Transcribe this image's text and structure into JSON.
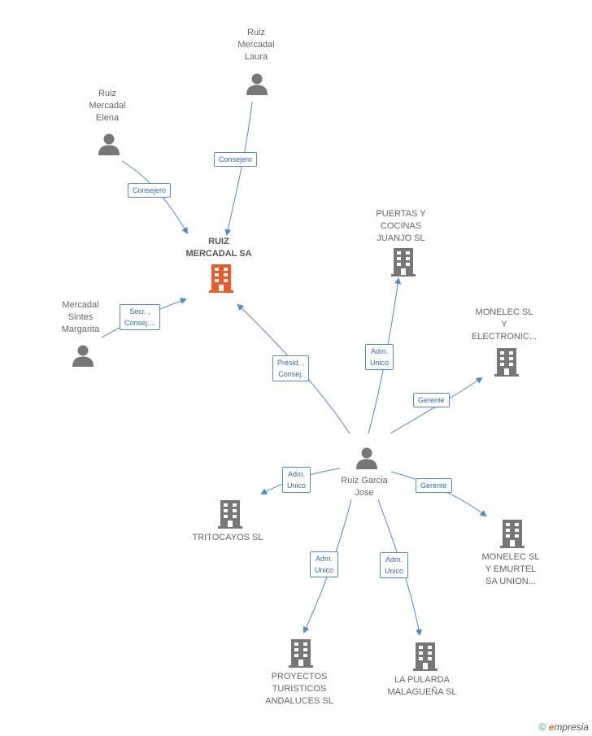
{
  "nodes": {
    "laura": "Ruiz\nMercadal\nLaura",
    "elena": "Ruiz\nMercadal\nElena",
    "ruiz_mercadal_sa": "RUIZ\nMERCADAL SA",
    "margarita": "Mercadal\nSintes\nMargarita",
    "puertas": "PUERTAS Y\nCOCINAS\nJUANJO SL",
    "monelec_electronic": "MONELEC SL\nY\nELECTRONIC...",
    "ruiz_garcia": "Ruiz Garcia\nJose",
    "tritocayos": "TRITOCAYOS SL",
    "monelec_emurtel": "MONELEC SL\nY EMURTEL\nSA UNION...",
    "proyectos": "PROYECTOS\nTURISTICOS\nANDALUCES  SL",
    "pularda": "LA PULARDA\nMALAGUEÑA  SL"
  },
  "edges": {
    "laura_consejero": "Consejero",
    "elena_consejero": "Consejero",
    "margarita_role": "Secr. ,\nConsej....",
    "jose_presid": "Presid. ,\nConsej.",
    "jose_puertas": "Adm.\nUnico",
    "jose_monelec_e": "Gerente",
    "jose_tritocayos": "Adm.\nUnico",
    "jose_monelec_u": "Gerente",
    "jose_proyectos": "Adm.\nUnico",
    "jose_pularda": "Adm.\nUnico"
  },
  "footer": {
    "copyright": "©",
    "brand_e": "e",
    "brand_rest": "mpresia"
  },
  "colors": {
    "edge": "#4a8ad6",
    "person": "#777777",
    "company": "#777777",
    "main_company": "#f05a28"
  }
}
